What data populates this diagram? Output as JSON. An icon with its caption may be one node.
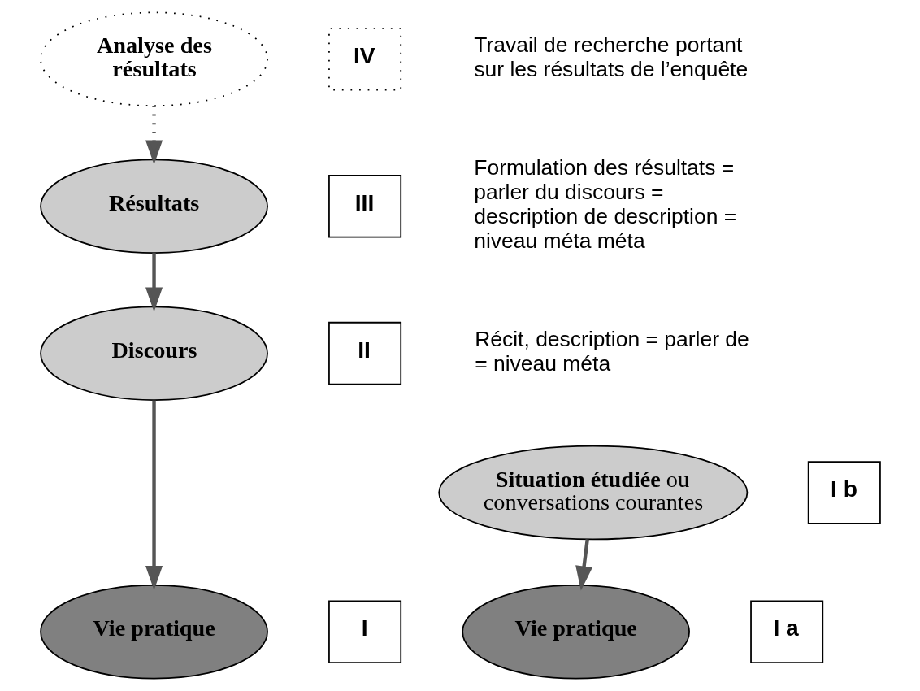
{
  "diagram": {
    "nodes": [
      {
        "text": [
          "Analyse des résultats"
        ]
      },
      {
        "text": [
          "IV"
        ]
      },
      {
        "text": [
          "Résultats"
        ]
      },
      {
        "text": [
          "III"
        ]
      },
      {
        "text": [
          "Discours"
        ]
      },
      {
        "text": [
          "II"
        ]
      },
      {
        "text": [
          "**Situation étudiée** ou conversations courantes"
        ]
      },
      {
        "text": [
          "I b"
        ]
      },
      {
        "text": [
          "Vie pratique"
        ]
      },
      {
        "text": [
          "I"
        ]
      },
      {
        "text": [
          "Vie pratique"
        ]
      },
      {
        "text": [
          "I a"
        ]
      }
    ],
    "edges": [
      {
        "from": 0,
        "to": 2,
        "arrow": "to",
        "style": "dashed"
      },
      {
        "from": 2,
        "to": 4,
        "arrow": "to"
      },
      {
        "from": 4,
        "to": 8,
        "arrow": "to"
      },
      {
        "from": 6,
        "to": 10,
        "arrow": "to"
      }
    ],
    "labels": [
      "Travail de recherche portant sur les résultats de l’enquête",
      "Formulation des résultats = parler du discours = description de description = niveau méta méta",
      "Récit, description = parler de = niveau méta"
    ]
  }
}
